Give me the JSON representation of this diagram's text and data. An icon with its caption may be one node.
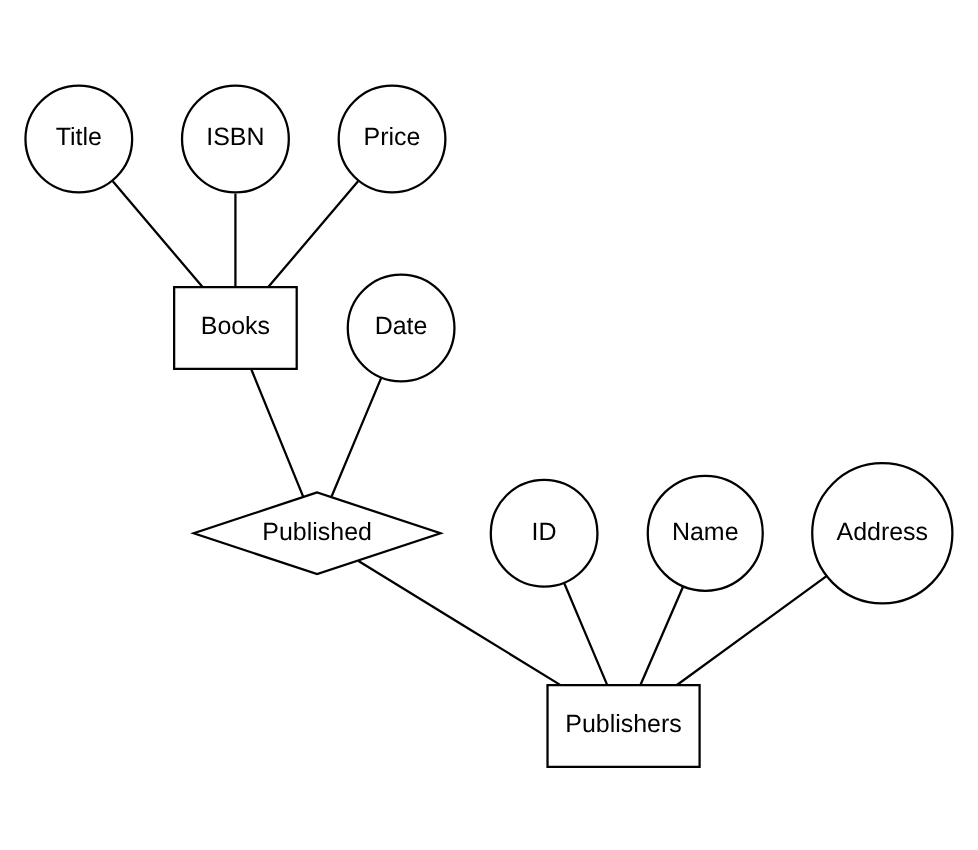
{
  "diagram": {
    "nodes": [
      {
        "text": [
          "Title"
        ]
      },
      {
        "text": [
          "ISBN"
        ]
      },
      {
        "text": [
          "Price"
        ]
      },
      {
        "text": [
          "Books"
        ]
      },
      {
        "text": [
          "Date"
        ]
      },
      {
        "text": [
          "Published"
        ]
      },
      {
        "text": [
          "ID"
        ]
      },
      {
        "text": [
          "Name"
        ]
      },
      {
        "text": [
          "Address"
        ]
      },
      {
        "text": [
          "Publishers"
        ]
      }
    ],
    "edges": [
      {
        "from": 0,
        "to": 3,
        "arrow": "none"
      },
      {
        "from": 1,
        "to": 3,
        "arrow": "none"
      },
      {
        "from": 2,
        "to": 3,
        "arrow": "none"
      },
      {
        "from": 4,
        "to": 5,
        "arrow": "none"
      },
      {
        "from": 3,
        "to": 5,
        "arrow": "none"
      },
      {
        "from": 6,
        "to": 9,
        "arrow": "none"
      },
      {
        "from": 7,
        "to": 9,
        "arrow": "none"
      },
      {
        "from": 8,
        "to": 9,
        "arrow": "none"
      },
      {
        "from": 5,
        "to": 9,
        "arrow": "none"
      }
    ]
  }
}
